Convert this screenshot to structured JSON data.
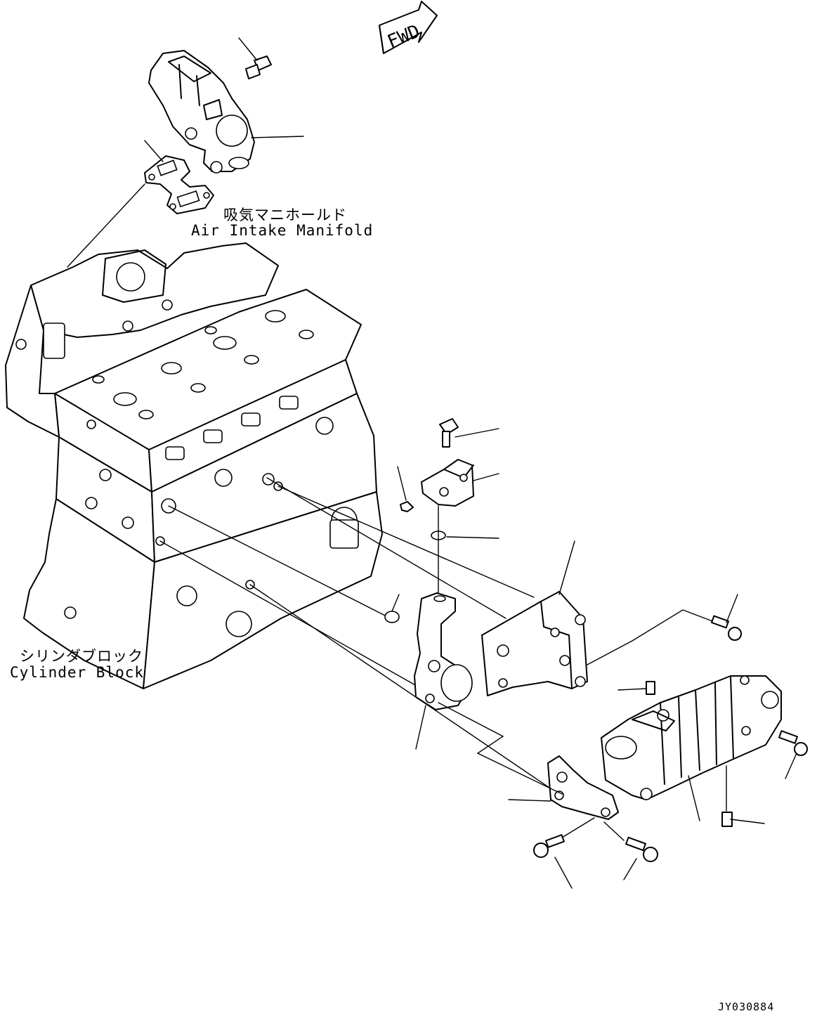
{
  "fwd_sign": {
    "text": "FWD"
  },
  "labels": {
    "intake_jp": "吸気マニホールド",
    "intake_en": "Air Intake Manifold",
    "cylinder_jp": "シリンダブロック",
    "cylinder_en": "Cylinder Block"
  },
  "drawing_id": "JY030884"
}
